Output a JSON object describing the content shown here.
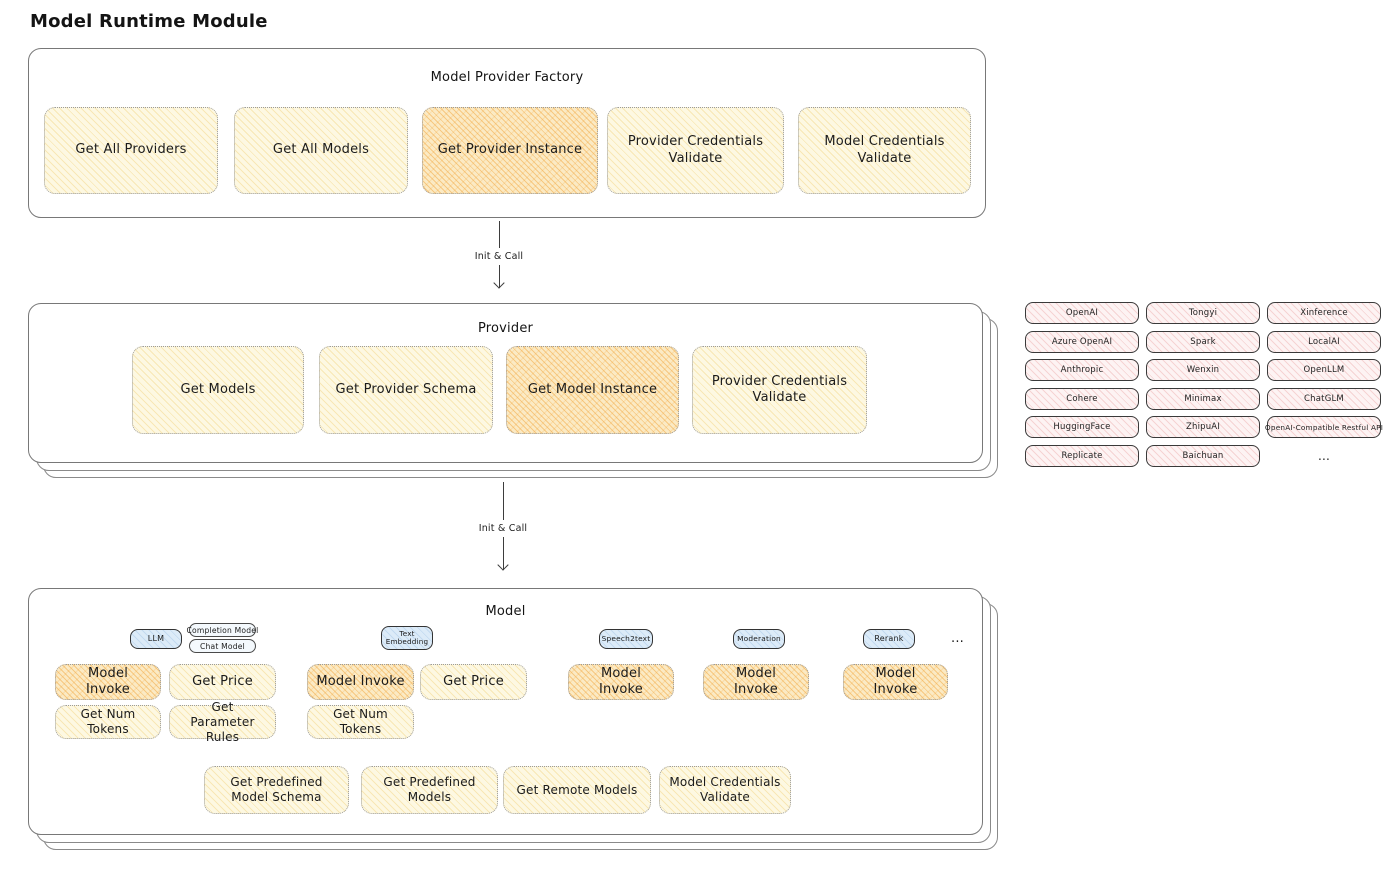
{
  "title": "Model Runtime Module",
  "factory": {
    "title": "Model Provider Factory",
    "boxes": [
      {
        "label": "Get All Providers",
        "highlight": false
      },
      {
        "label": "Get All Models",
        "highlight": false
      },
      {
        "label": "Get Provider Instance",
        "highlight": true
      },
      {
        "label": "Provider Credentials Validate",
        "highlight": false
      },
      {
        "label": "Model Credentials Validate",
        "highlight": false
      }
    ]
  },
  "arrows": {
    "init_call_1": "Init & Call",
    "init_call_2": "Init & Call"
  },
  "provider": {
    "title": "Provider",
    "boxes": [
      {
        "label": "Get Models",
        "highlight": false
      },
      {
        "label": "Get Provider Schema",
        "highlight": false
      },
      {
        "label": "Get Model Instance",
        "highlight": true
      },
      {
        "label": "Provider Credentials Validate",
        "highlight": false
      }
    ]
  },
  "providers_grid": {
    "items": [
      "OpenAI",
      "Tongyi",
      "Xinference",
      "Azure OpenAI",
      "Spark",
      "LocalAI",
      "Anthropic",
      "Wenxin",
      "OpenLLM",
      "Cohere",
      "Minimax",
      "ChatGLM",
      "HuggingFace",
      "ZhipuAI",
      "OpenAI-Compatible Restful API",
      "Replicate",
      "Baichuan"
    ],
    "more": "..."
  },
  "model": {
    "title": "Model",
    "types": [
      {
        "tag": "LLM",
        "subtags": [
          "Completion Model",
          "Chat Model"
        ],
        "capabilities": [
          "Model Invoke",
          "Get Price",
          "Get Num Tokens",
          "Get Parameter Rules"
        ]
      },
      {
        "tag": "Text Embedding",
        "capabilities": [
          "Model Invoke",
          "Get Price",
          "Get Num Tokens"
        ]
      },
      {
        "tag": "Speech2text",
        "capabilities": [
          "Model Invoke"
        ]
      },
      {
        "tag": "Moderation",
        "capabilities": [
          "Model Invoke"
        ]
      },
      {
        "tag": "Rerank",
        "capabilities": [
          "Model Invoke"
        ]
      }
    ],
    "more": "...",
    "shared": [
      "Get Predefined Model Schema",
      "Get Predefined Models",
      "Get Remote Models",
      "Model Credentials Validate"
    ]
  },
  "colors": {
    "yellow_fill": "#FDF8E2",
    "orange_fill": "#FBEAC4",
    "pink_fill": "#FDF3F3",
    "blue_fill": "#DCEBF8",
    "panel_border": "#787878",
    "text": "#1F1F1F"
  }
}
